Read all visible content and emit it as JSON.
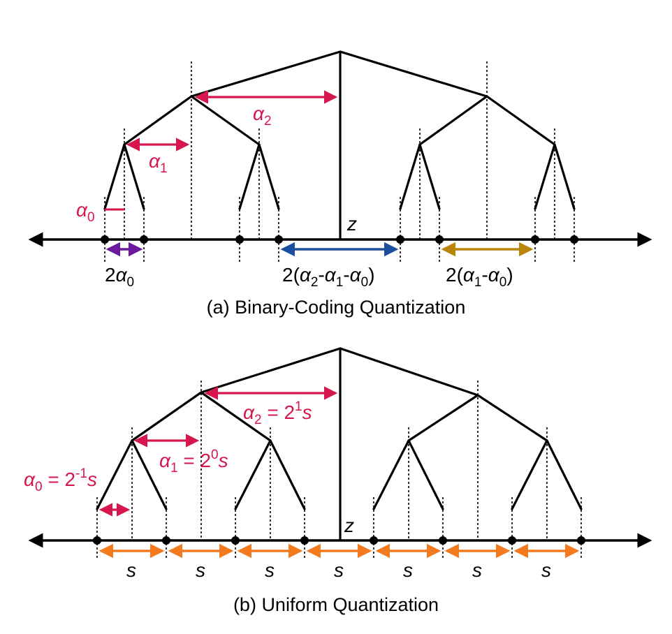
{
  "colors": {
    "crimson": "#d6164c",
    "purple": "#6a1a9a",
    "blue": "#1d4e9e",
    "gold": "#b9860b",
    "orange": "#f47a20",
    "black": "#000000"
  },
  "panel_a": {
    "caption": "(a) Binary-Coding Quantization",
    "z_label": "z",
    "alpha0": {
      "sym": "α",
      "sub": "0"
    },
    "alpha1": {
      "sym": "α",
      "sub": "1"
    },
    "alpha2": {
      "sym": "α",
      "sub": "2"
    },
    "gap_small": {
      "pre": "2",
      "sym": "α",
      "sub": "0"
    },
    "gap_mid": {
      "p1": "2(",
      "a2": "α",
      "s2": "2",
      "m1": "-",
      "a1": "α",
      "s1": "1",
      "m2": "-",
      "a0": "α",
      "s0": "0",
      "close": ")"
    },
    "gap_gold": {
      "p1": "2(",
      "a1": "α",
      "s1": "1",
      "m": "-",
      "a0": "α",
      "s0": "0",
      "close": ")"
    }
  },
  "panel_b": {
    "caption": "(b) Uniform Quantization",
    "z_label": "z",
    "alpha0_eq": {
      "sym": "α",
      "sub": "0",
      "eq": " = 2",
      "exp": "-1",
      "s": "s"
    },
    "alpha1_eq": {
      "sym": "α",
      "sub": "1",
      "eq": " = 2",
      "exp": "0",
      "s": "s"
    },
    "alpha2_eq": {
      "sym": "α",
      "sub": "2",
      "eq": " = 2",
      "exp": "1",
      "s": "s"
    },
    "step_labels": [
      "s",
      "s",
      "s",
      "s",
      "s",
      "s",
      "s"
    ]
  }
}
